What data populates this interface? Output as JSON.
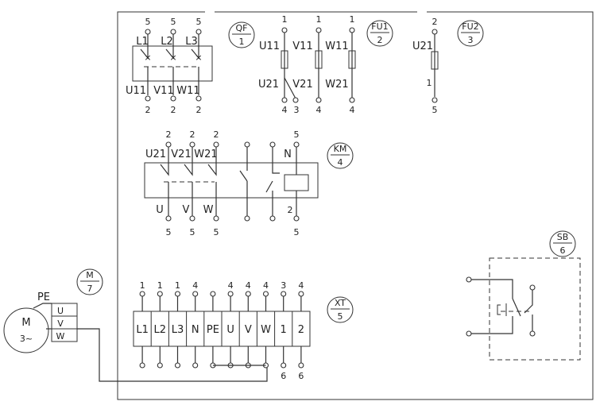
{
  "qf": {
    "tag": "QF",
    "number": "1",
    "top_labels": [
      "L1",
      "L2",
      "L3"
    ],
    "top_numbers": [
      "5",
      "5",
      "5"
    ],
    "bottom_labels": [
      "U11",
      "V11",
      "W11"
    ],
    "bottom_numbers": [
      "2",
      "2",
      "2"
    ]
  },
  "fu1": {
    "tag": "FU1",
    "number": "2",
    "top_numbers": [
      "1",
      "1",
      "1"
    ],
    "top_labels": [
      "U11",
      "V11",
      "W11"
    ],
    "bottom_labels": [
      "U21",
      "V21",
      "W21"
    ],
    "bottom_numbers": [
      "4",
      "3",
      "4",
      "4"
    ]
  },
  "fu2": {
    "tag": "FU2",
    "number": "3",
    "top_number": "2",
    "top_label": "U21",
    "mid_number": "1",
    "bottom_number": "5"
  },
  "km": {
    "tag": "KM",
    "number": "4",
    "top_numbers": [
      "2",
      "2",
      "2",
      "5"
    ],
    "top_labels": [
      "U21",
      "V21",
      "W21",
      "N"
    ],
    "bottom_labels": [
      "U",
      "V",
      "W"
    ],
    "coil_number": "2",
    "bottom_numbers": [
      "5",
      "5",
      "5",
      "5"
    ]
  },
  "xt": {
    "tag": "XT",
    "number": "5",
    "labels": [
      "L1",
      "L2",
      "L3",
      "N",
      "PE",
      "U",
      "V",
      "W",
      "1",
      "2"
    ],
    "top_numbers": [
      "1",
      "1",
      "1",
      "4",
      "",
      "4",
      "4",
      "4",
      "3",
      "4"
    ],
    "bottom_numbers": [
      "",
      "",
      "",
      "",
      "",
      "",
      "",
      "",
      "6",
      "6"
    ]
  },
  "motor": {
    "tag": "M",
    "number": "7",
    "symbol": "M",
    "phase": "3~",
    "pe_label": "PE",
    "terminals": [
      "U",
      "V",
      "W"
    ]
  },
  "sb": {
    "tag": "SB",
    "number": "6"
  }
}
